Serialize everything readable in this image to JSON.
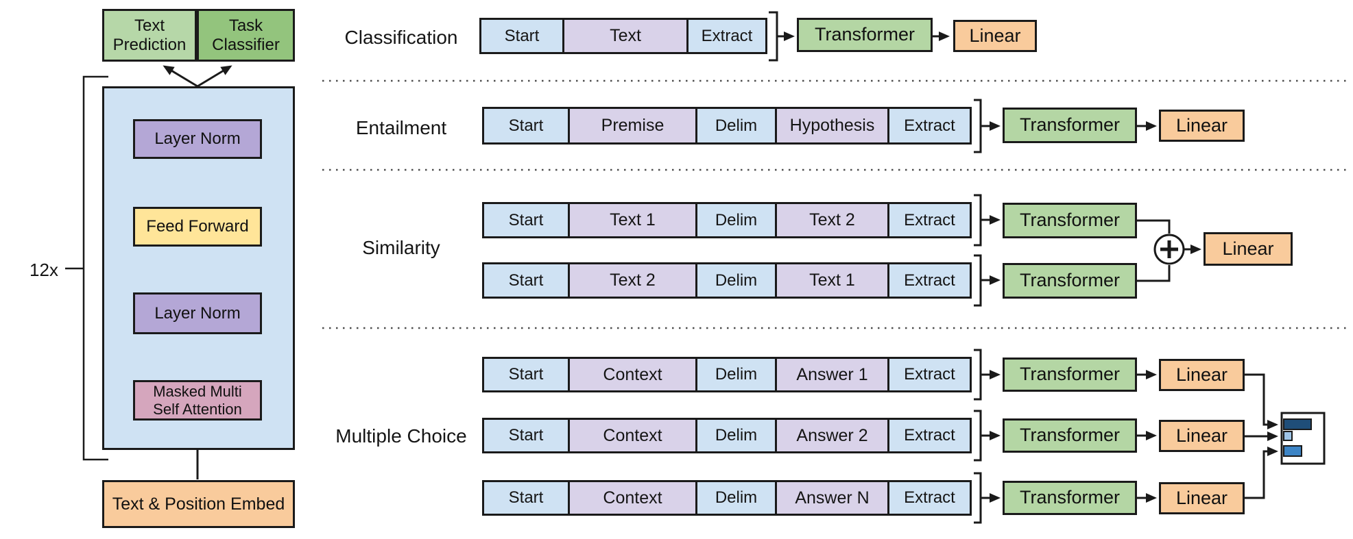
{
  "figure": {
    "left_diagram": {
      "repeat_label": "12x",
      "output_heads": {
        "text_prediction": "Text\nPrediction",
        "task_classifier": "Task\nClassifier"
      },
      "blocks": {
        "layer_norm_top": "Layer Norm",
        "feed_forward": "Feed Forward",
        "layer_norm_bottom": "Layer Norm",
        "masked_attention": "Masked Multi\nSelf Attention",
        "embedding": "Text & Position Embed"
      }
    },
    "shared": {
      "transformer": "Transformer",
      "linear": "Linear"
    },
    "tasks": {
      "classification": {
        "label": "Classification",
        "rows": [
          [
            "Start",
            "Text",
            "Extract"
          ]
        ]
      },
      "entailment": {
        "label": "Entailment",
        "rows": [
          [
            "Start",
            "Premise",
            "Delim",
            "Hypothesis",
            "Extract"
          ]
        ]
      },
      "similarity": {
        "label": "Similarity",
        "rows": [
          [
            "Start",
            "Text 1",
            "Delim",
            "Text 2",
            "Extract"
          ],
          [
            "Start",
            "Text 2",
            "Delim",
            "Text 1",
            "Extract"
          ]
        ]
      },
      "multiple_choice": {
        "label": "Multiple Choice",
        "rows": [
          [
            "Start",
            "Context",
            "Delim",
            "Answer 1",
            "Extract"
          ],
          [
            "Start",
            "Context",
            "Delim",
            "Answer 2",
            "Extract"
          ],
          [
            "Start",
            "Context",
            "Delim",
            "Answer N",
            "Extract"
          ]
        ]
      }
    },
    "choice_scores": {
      "values": [
        0.65,
        0.2,
        0.42
      ],
      "colors": [
        "#1f4e79",
        "#9fc5e8",
        "#3d85c6"
      ]
    },
    "colors": {
      "token_blue": "#cfe2f3",
      "token_purple": "#d9d2e9",
      "container_blue": "#cfe2f3",
      "layer_norm_purple": "#b4a7d6",
      "feed_forward_yellow": "#ffe599",
      "attention_pink": "#d5a6bd",
      "embed_orange": "#f9cb9c",
      "text_prediction_green": "#b6d7a8",
      "task_classifier_green": "#93c47d",
      "transformer_green": "#b4d6a4",
      "linear_orange": "#f9cb9c"
    }
  }
}
